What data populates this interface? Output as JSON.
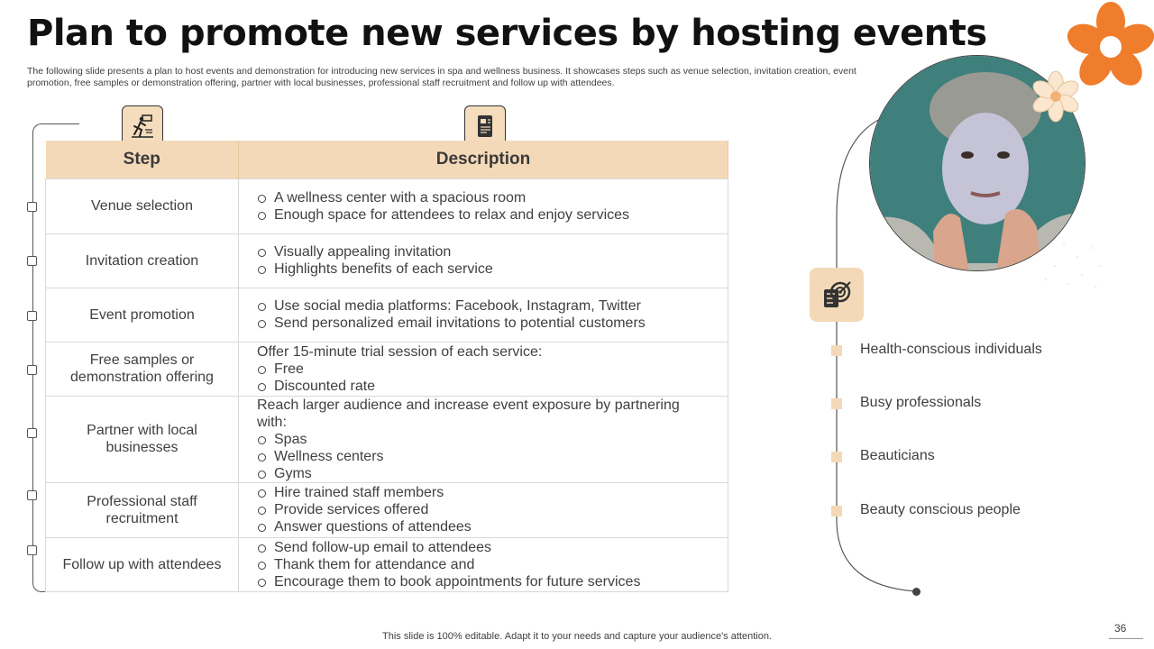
{
  "title": "Plan to promote new services by hosting events",
  "subtitle": "The following slide presents a plan to host events and demonstration for introducing new services in spa and wellness business. It showcases steps such as venue selection, invitation creation, event promotion, free samples or demonstration offering, partner with local businesses, professional staff recruitment and follow up with attendees.",
  "table": {
    "headers": {
      "step": "Step",
      "description": "Description"
    },
    "rows": [
      {
        "step": "Venue selection",
        "intro": "",
        "bullets": [
          "A wellness center with a spacious room",
          "Enough space for attendees to relax and enjoy services"
        ]
      },
      {
        "step": "Invitation creation",
        "intro": "",
        "bullets": [
          "Visually appealing invitation",
          "Highlights benefits of each service"
        ]
      },
      {
        "step": "Event promotion",
        "intro": "",
        "bullets": [
          "Use social media platforms: Facebook, Instagram,  Twitter",
          "Send personalized email invitations to potential customers"
        ]
      },
      {
        "step": "Free samples or demonstration offering",
        "intro": "Offer 15-minute trial session of each service:",
        "bullets": [
          "Free",
          "Discounted rate"
        ]
      },
      {
        "step": "Partner with local businesses",
        "intro": "Reach larger audience and increase event exposure by partnering with:",
        "bullets": [
          "Spas",
          "Wellness centers",
          "Gyms"
        ]
      },
      {
        "step": "Professional staff recruitment",
        "intro": "",
        "bullets": [
          "Hire trained staff members",
          "Provide services offered",
          "Answer questions of attendees"
        ]
      },
      {
        "step": "Follow up with attendees",
        "intro": "",
        "bullets": [
          "Send follow-up email to attendees",
          "Thank them for attendance and",
          "Encourage them to book appointments for future services"
        ]
      }
    ]
  },
  "audience": [
    "Health-conscious individuals",
    "Busy professionals",
    "Beauticians",
    "Beauty conscious people"
  ],
  "icons": {
    "step_header": "runner-exit-icon",
    "description_header": "document-list-icon",
    "audience": "target-checklist-icon"
  },
  "colors": {
    "accent": "#f4d9b8",
    "flower": "#ef7d2c"
  },
  "footer": "This slide is 100% editable. Adapt it to your needs and capture your audience's attention.",
  "page_number": "36"
}
